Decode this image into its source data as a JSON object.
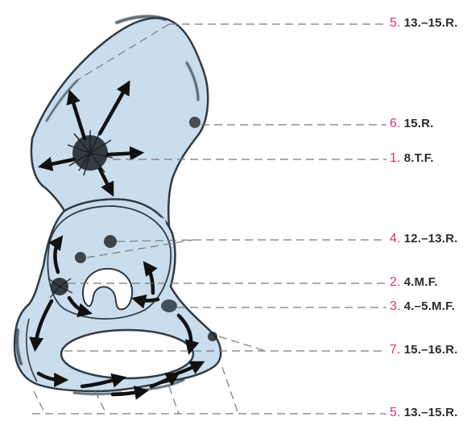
{
  "colors": {
    "bone_fill": "#c9ddec",
    "bone_stroke": "#2f3a45",
    "ossification": "#1a1f24",
    "leader": "#7a7a7a",
    "number": "#e0307a",
    "text": "#2a2a2a"
  },
  "labels": [
    {
      "number": "5.",
      "text": "13.–15.R."
    },
    {
      "number": "6.",
      "text": "15.R."
    },
    {
      "number": "1.",
      "text": "8.T.F."
    },
    {
      "number": "4.",
      "text": "12.–13.R."
    },
    {
      "number": "2.",
      "text": "4.M.F."
    },
    {
      "number": "3.",
      "text": "4.–5.M.F."
    },
    {
      "number": "7.",
      "text": "15.–16.R."
    },
    {
      "number": "5.",
      "text": "13.–15.R."
    }
  ]
}
